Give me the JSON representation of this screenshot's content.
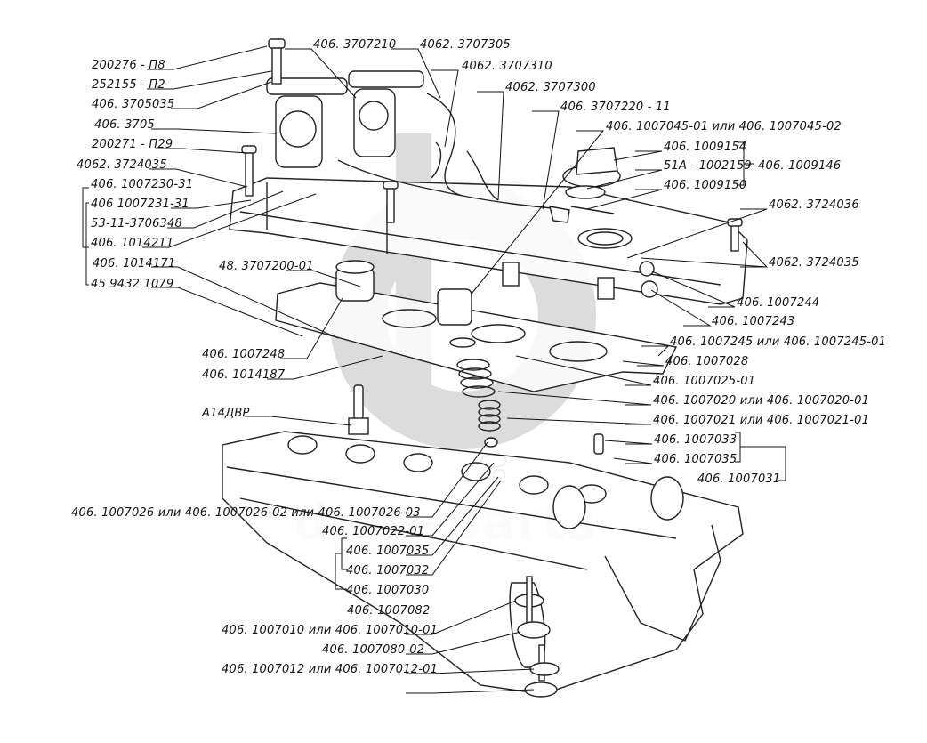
{
  "diagram": {
    "subject": "Engine cylinder head, valve cover and valve train (exploded view)",
    "watermark": {
      "logo": "dp",
      "text": "data-parts"
    },
    "labels": [
      {
        "id": "l01",
        "text": "200276 - П8"
      },
      {
        "id": "l02",
        "text": "252155 - П2"
      },
      {
        "id": "l03",
        "text": "406. 3705035"
      },
      {
        "id": "l04",
        "text": "406. 3705"
      },
      {
        "id": "l05",
        "text": "200271 - П29"
      },
      {
        "id": "l06",
        "text": "4062. 3724035"
      },
      {
        "id": "l07",
        "text": "406. 1007230-31"
      },
      {
        "id": "l08",
        "text": "406 1007231-31"
      },
      {
        "id": "l09",
        "text": "53-11-3706348"
      },
      {
        "id": "l10",
        "text": "406. 1014211"
      },
      {
        "id": "l11",
        "text": "406. 1014171"
      },
      {
        "id": "l12",
        "text": "45 9432 1079"
      },
      {
        "id": "l13",
        "text": "406. 3707210"
      },
      {
        "id": "l14",
        "text": "4062. 3707305"
      },
      {
        "id": "l15",
        "text": "4062. 3707310"
      },
      {
        "id": "l16",
        "text": "4062. 3707300"
      },
      {
        "id": "l17",
        "text": "406. 3707220 - 11"
      },
      {
        "id": "l18",
        "text": "406. 1007045-01 или 406. 1007045-02"
      },
      {
        "id": "l19",
        "text": "406. 1009154"
      },
      {
        "id": "l20",
        "text": "51A - 1002159"
      },
      {
        "id": "l21",
        "text": "406. 1009150"
      },
      {
        "id": "l22",
        "text": "406. 1009146"
      },
      {
        "id": "l23",
        "text": "4062. 3724036"
      },
      {
        "id": "l24",
        "text": "4062. 3724035"
      },
      {
        "id": "l25",
        "text": "406. 1007244"
      },
      {
        "id": "l26",
        "text": "406. 1007243"
      },
      {
        "id": "l27",
        "text": "48. 3707200-01"
      },
      {
        "id": "l28",
        "text": "406. 1007248"
      },
      {
        "id": "l29",
        "text": "406. 1014187"
      },
      {
        "id": "l30",
        "text": "406. 1007245 или 406. 1007245-01"
      },
      {
        "id": "l31",
        "text": "406. 1007028"
      },
      {
        "id": "l32",
        "text": "406. 1007025-01"
      },
      {
        "id": "l33",
        "text": "406. 1007020 или 406. 1007020-01"
      },
      {
        "id": "l34",
        "text": "406. 1007021 или 406. 1007021-01"
      },
      {
        "id": "l35",
        "text": "А14ДВР"
      },
      {
        "id": "l36",
        "text": "406. 1007033"
      },
      {
        "id": "l37",
        "text": "406. 1007035"
      },
      {
        "id": "l38",
        "text": "406. 1007031"
      },
      {
        "id": "l39",
        "text": "406. 1007026 или 406. 1007026-02 или 406. 1007026-03"
      },
      {
        "id": "l40",
        "text": "406. 1007022-01"
      },
      {
        "id": "l41",
        "text": "406. 1007035"
      },
      {
        "id": "l42",
        "text": "406. 1007032"
      },
      {
        "id": "l43",
        "text": "406. 1007030"
      },
      {
        "id": "l44",
        "text": "406. 1007082"
      },
      {
        "id": "l45",
        "text": "406. 1007010 или 406. 1007010-01"
      },
      {
        "id": "l46",
        "text": "406. 1007080-02"
      },
      {
        "id": "l47",
        "text": "406. 1007012 или 406. 1007012-01"
      }
    ]
  }
}
